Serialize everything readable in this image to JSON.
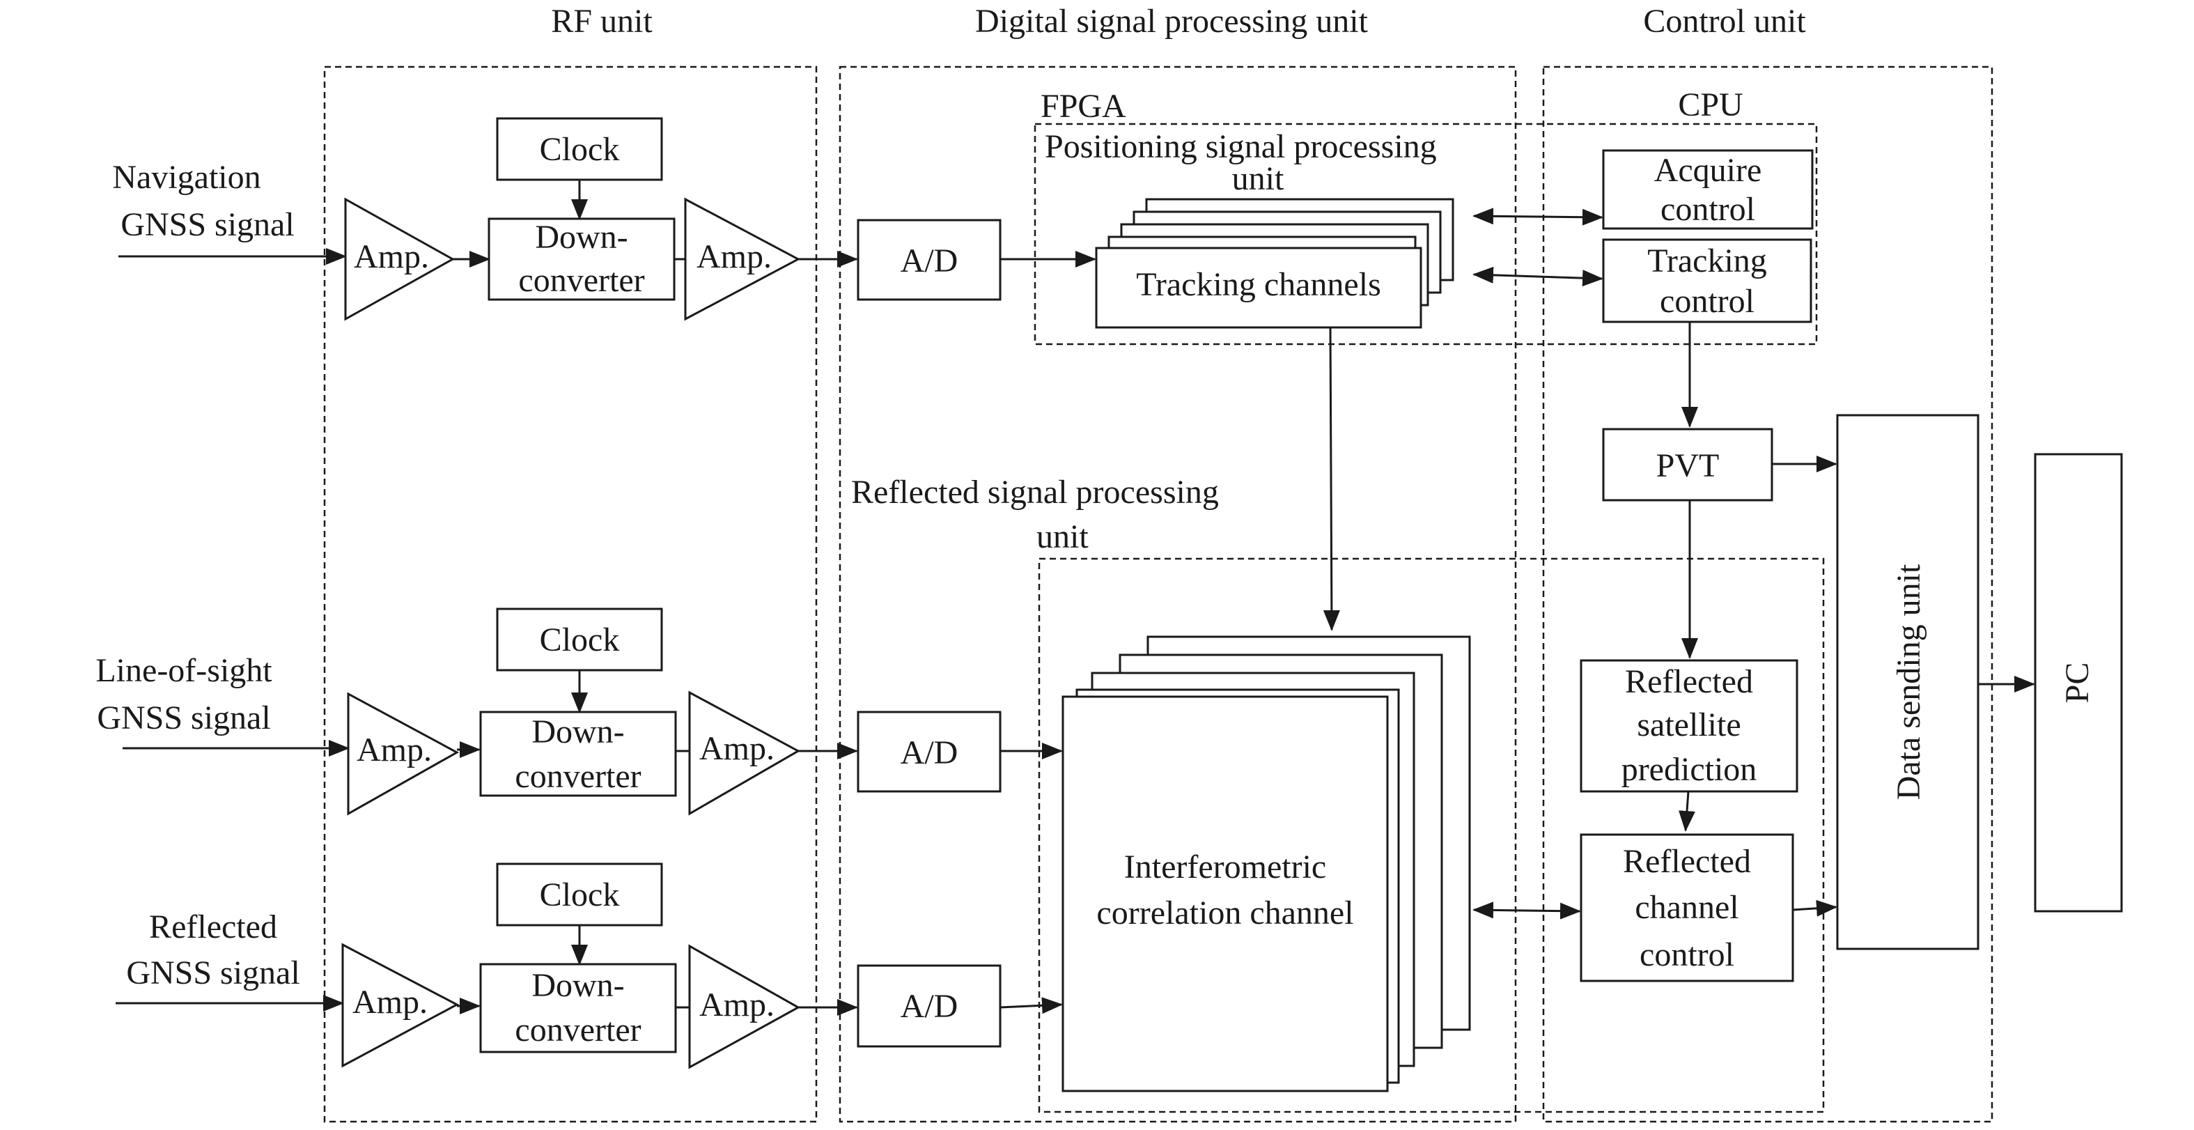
{
  "headers": {
    "rf_unit": "RF unit",
    "dsp_unit": "Digital signal processing unit",
    "control_unit": "Control unit"
  },
  "inputs": {
    "navigation": [
      "Navigation",
      "GNSS signal"
    ],
    "line_of_sight": [
      "Line-of-sight",
      "GNSS signal"
    ],
    "reflected": [
      "Reflected",
      "GNSS signal"
    ]
  },
  "rf": {
    "clock": "Clock",
    "downconverter": [
      "Down-",
      "converter"
    ],
    "amp": "Amp."
  },
  "dsp": {
    "fpga": "FPGA",
    "ad": "A/D",
    "positioning_unit": [
      "Positioning signal processing",
      "unit"
    ],
    "tracking_channels": "Tracking channels",
    "reflected_unit": [
      "Reflected signal processing",
      "unit"
    ],
    "interferometric": [
      "Interferometric",
      "correlation channel"
    ]
  },
  "control": {
    "cpu": "CPU",
    "acquire": [
      "Acquire",
      "control"
    ],
    "tracking": [
      "Tracking",
      "control"
    ],
    "pvt": "PVT",
    "reflected_prediction": [
      "Reflected",
      "satellite",
      "prediction"
    ],
    "reflected_channel": [
      "Reflected",
      "channel",
      "control"
    ]
  },
  "data_sending_unit": "Data sending unit",
  "pc": "PC",
  "colors": {
    "stroke": "#1a1a1a",
    "background": "#ffffff"
  }
}
